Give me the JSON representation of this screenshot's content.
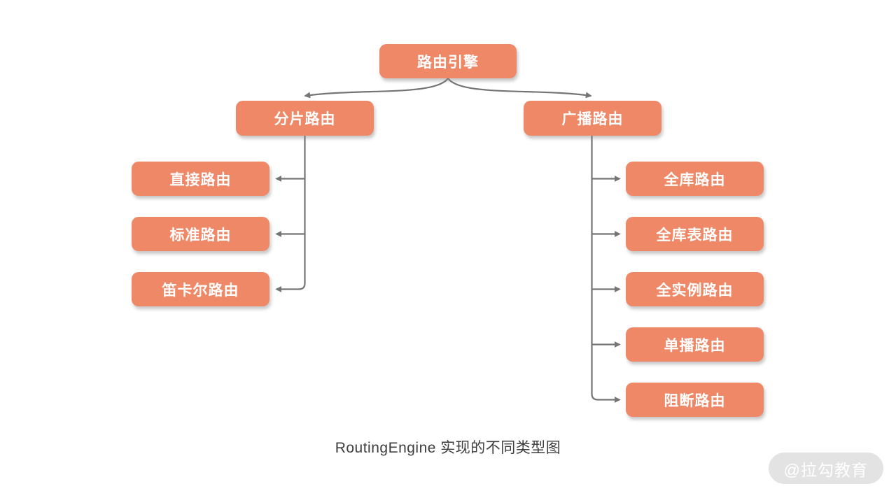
{
  "diagram": {
    "root": {
      "label": "路由引擎"
    },
    "branches": [
      {
        "label": "分片路由",
        "children": [
          "直接路由",
          "标准路由",
          "笛卡尔路由"
        ]
      },
      {
        "label": "广播路由",
        "children": [
          "全库路由",
          "全库表路由",
          "全实例路由",
          "单播路由",
          "阻断路由"
        ]
      }
    ],
    "caption": "RoutingEngine 实现的不同类型图",
    "watermark": "@拉勾教育",
    "colors": {
      "background": "#FFFFFF",
      "node_fill": "#EF8867",
      "node_text": "#FFFFFF",
      "connector": "#757575",
      "caption_text": "#3D3D3D",
      "watermark_bg": "#E3E3E3",
      "watermark_text": "#FFFFFF"
    }
  }
}
